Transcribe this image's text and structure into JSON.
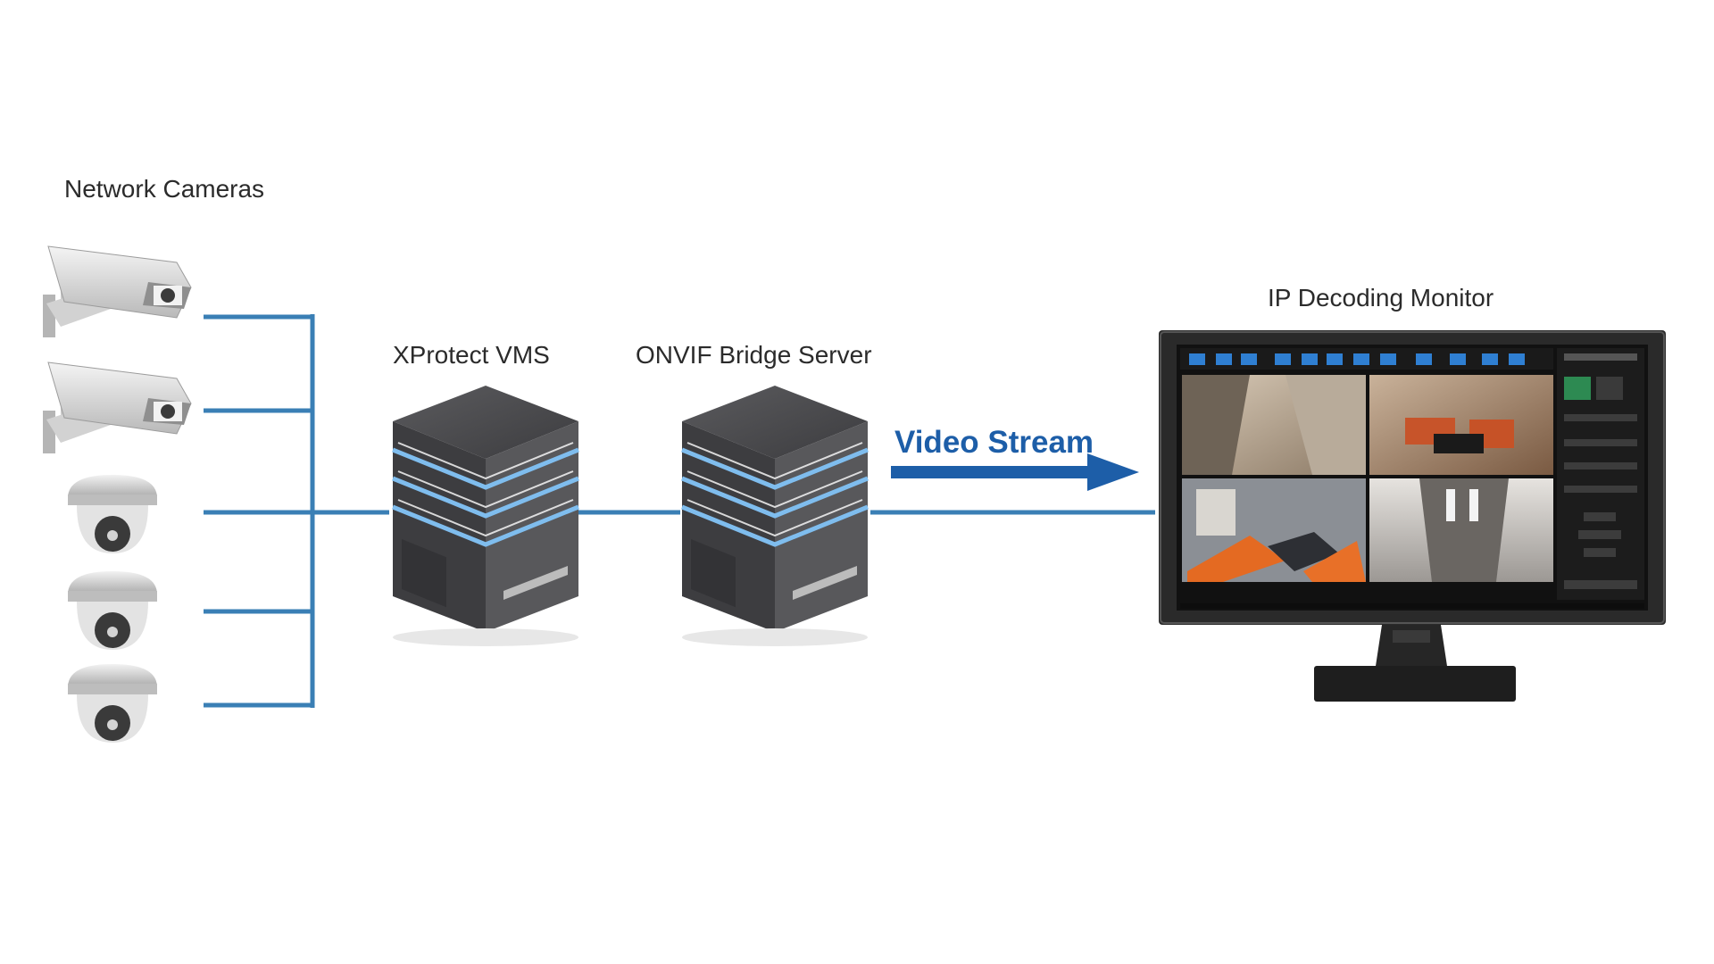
{
  "labels": {
    "cameras": "Network Cameras",
    "vms": "XProtect VMS",
    "bridge": "ONVIF Bridge Server",
    "stream": "Video Stream",
    "monitor": "IP Decoding Monitor"
  },
  "nodes": {
    "cameras": [
      {
        "type": "box-camera",
        "icon": "box-camera-icon"
      },
      {
        "type": "box-camera",
        "icon": "box-camera-icon"
      },
      {
        "type": "dome-camera",
        "icon": "dome-camera-icon"
      },
      {
        "type": "dome-camera",
        "icon": "dome-camera-icon"
      },
      {
        "type": "dome-camera",
        "icon": "dome-camera-icon"
      }
    ],
    "servers": [
      "server-icon",
      "server-icon"
    ],
    "monitor": "monitor-icon"
  },
  "colors": {
    "connector": "#3a7fb5",
    "stream": "#1d5ea8",
    "server_body": "#4a4a4c",
    "server_stripe": "#6fb2e6",
    "monitor_bezel": "#2a2a2a"
  }
}
